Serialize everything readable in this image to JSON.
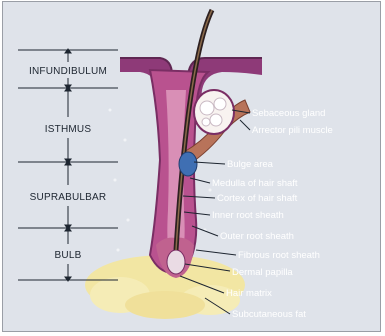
{
  "zones": {
    "infundibulum": "INFUNDIBULUM",
    "isthmus": "ISTHMUS",
    "suprabulbar": "SUPRABULBAR",
    "bulb": "BULB"
  },
  "structures": {
    "sebaceous_gland": "Sebaceous gland",
    "arrector_pili_muscle": "Arrector pili muscle",
    "bulge_area": "Bulge area",
    "medulla": "Medulla of hair shaft",
    "cortex": "Cortex of hair shaft",
    "inner_root_sheath": "Inner root sheath",
    "outer_root_sheath": "Outer root sheath",
    "fibrous_root_sheath": "Fibrous root sheath",
    "dermal_papilla": "Dermal papilla",
    "hair_matrix": "Hair matrix",
    "subcutaneous_fat": "Subcutaneous fat"
  },
  "colors": {
    "background": "#dfe3ea",
    "epidermis": "#8e3a78",
    "follicle": "#b9528f",
    "fat": "#f2e6a3",
    "bulge": "#3f6fb3",
    "muscle": "#b8735a",
    "labels": "#ffffff"
  }
}
